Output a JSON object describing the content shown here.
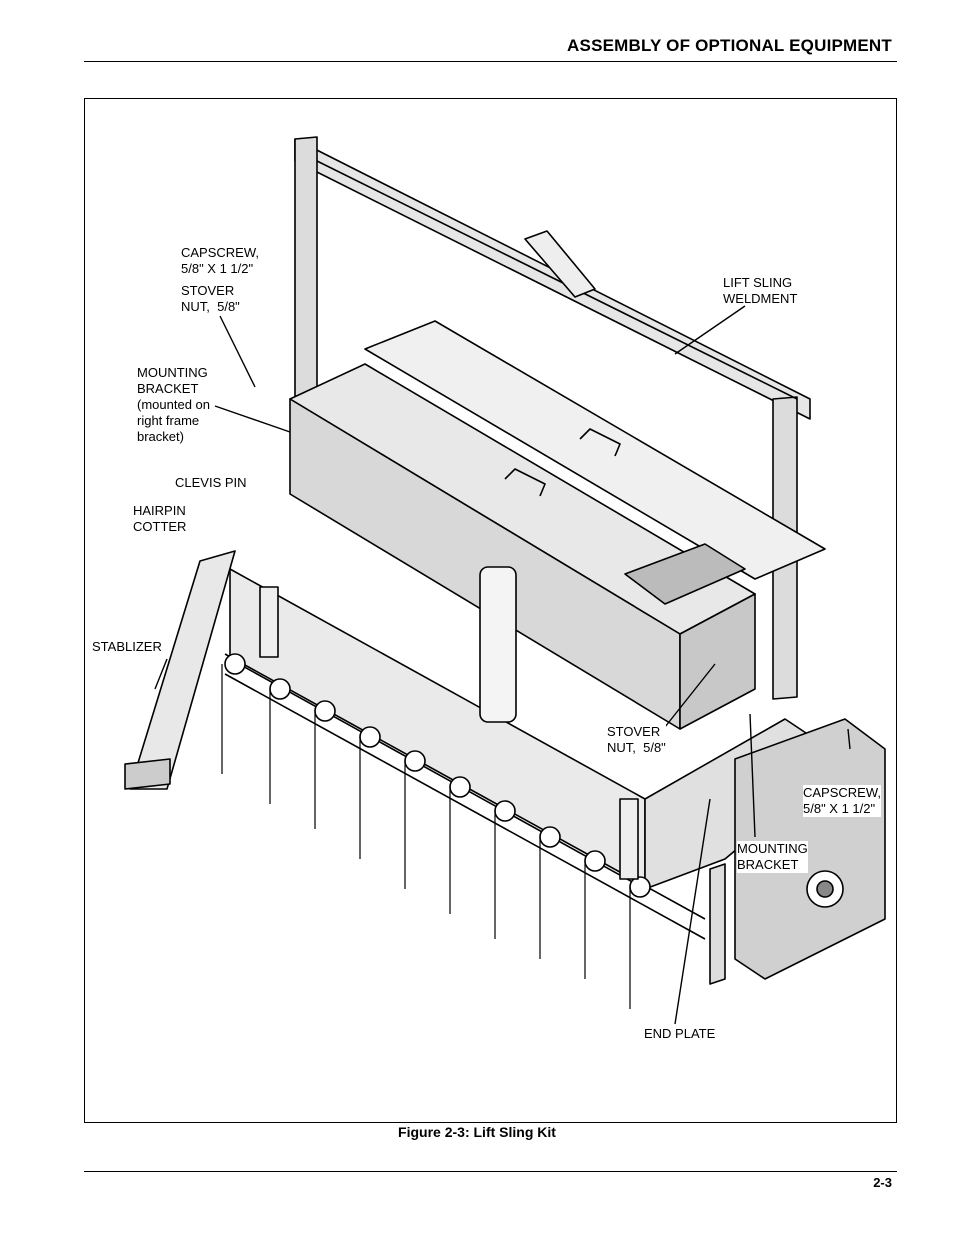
{
  "header": {
    "section_title": "ASSEMBLY OF OPTIONAL EQUIPMENT"
  },
  "figure": {
    "caption": "Figure 2-3:  Lift Sling Kit",
    "callouts": {
      "capscrew_left": "CAPSCREW,\n5/8\" X 1 1/2\"",
      "stover_nut_left": "STOVER\nNUT,  5/8\"",
      "lift_sling_weldment": "LIFT SLING\nWELDMENT",
      "mounting_bracket_left": "MOUNTING\nBRACKET\n(mounted on\nright frame\nbracket)",
      "clevis_pin": "CLEVIS PIN",
      "hairpin_cotter": "HAIRPIN\nCOTTER",
      "stablizer": "STABLIZER",
      "stover_nut_center": "STOVER\nNUT,  5/8\"",
      "capscrew_right": "CAPSCREW,\n5/8\" X 1 1/2\"",
      "mounting_bracket_right": "MOUNTING\nBRACKET",
      "end_plate": "END PLATE"
    }
  },
  "footer": {
    "page_number": "2-3"
  }
}
